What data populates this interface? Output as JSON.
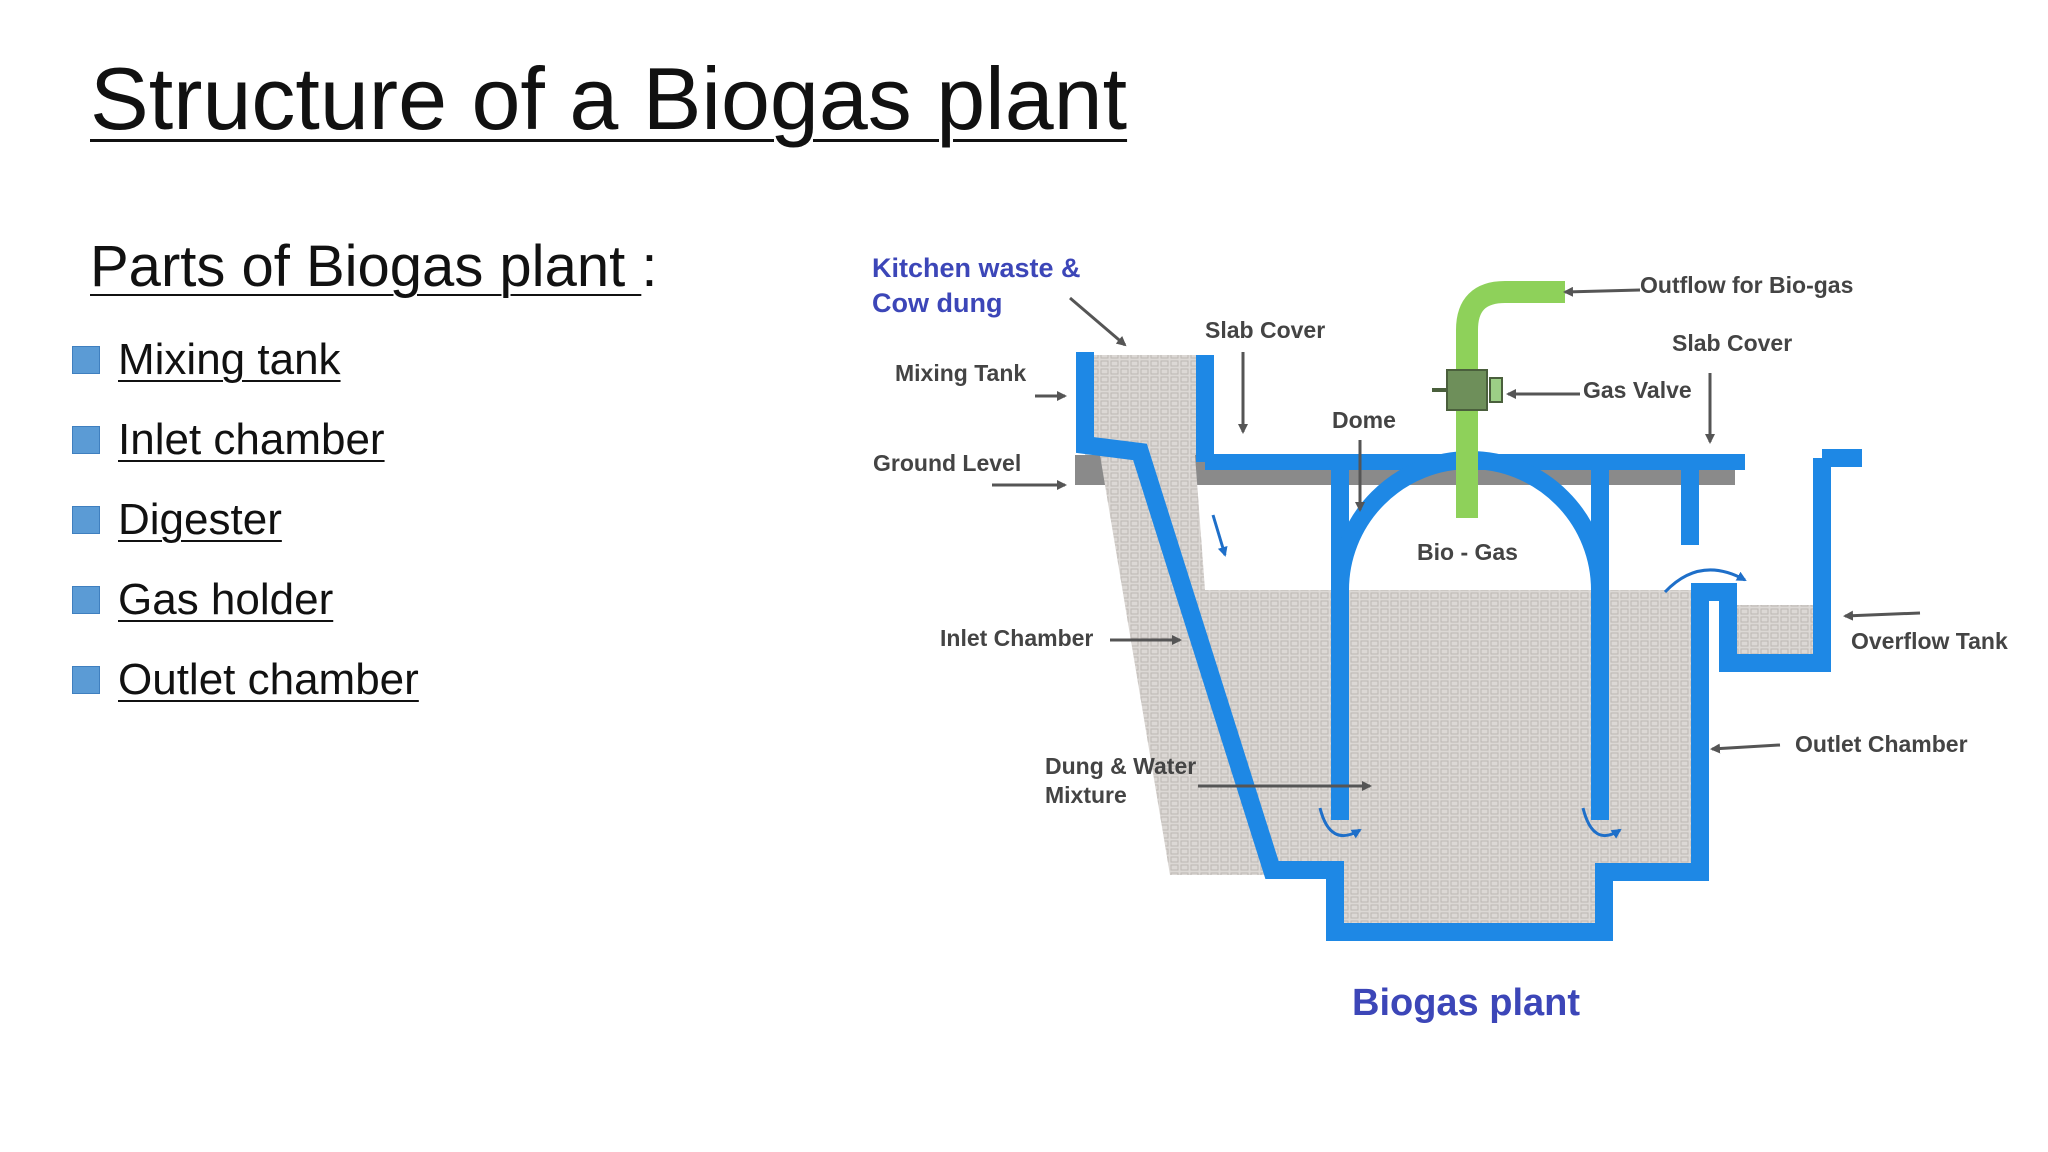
{
  "slide": {
    "title": "Structure of a Biogas plant",
    "subtitle": "Parts of Biogas plant ",
    "subtitle_colon": ":",
    "parts": [
      "Mixing tank",
      "Inlet chamber",
      "Digester",
      "Gas holder",
      "Outlet chamber"
    ],
    "bullet_color": "#5b9bd5"
  },
  "diagram": {
    "labels": {
      "kitchen_waste_line1": "Kitchen waste &",
      "kitchen_waste_line2": "Cow dung",
      "mixing_tank": "Mixing Tank",
      "ground_level": "Ground Level",
      "slab_cover_left": "Slab Cover",
      "dome": "Dome",
      "bio_gas": "Bio - Gas",
      "outflow_bio_gas": "Outflow for Bio-gas",
      "slab_cover_right": "Slab Cover",
      "gas_valve": "Gas Valve",
      "inlet_chamber": "Inlet Chamber",
      "overflow_tank": "Overflow Tank",
      "outlet_chamber": "Outlet Chamber",
      "dung_water_line1": "Dung & Water",
      "dung_water_line2": "Mixture"
    },
    "caption": "Biogas plant",
    "colors": {
      "wall": "#1e88e5",
      "pipe": "#8ed15a",
      "ground": "#8a8a8a",
      "slurry": "#d9d5d2",
      "label_blue": "#3c46b8",
      "label_gray": "#444444"
    }
  }
}
